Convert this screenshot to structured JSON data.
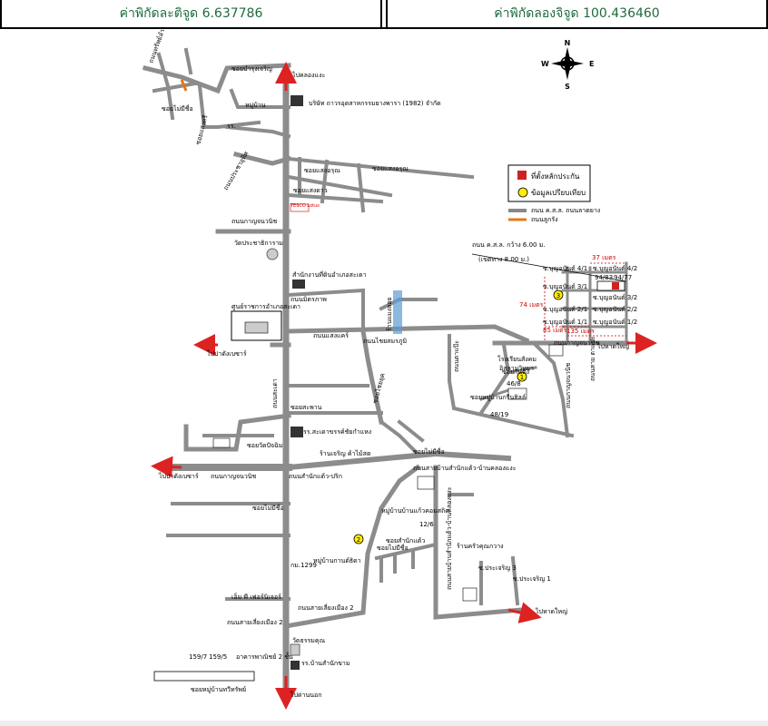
{
  "header": {
    "latitude": "ค่าพิกัดละติจูด 6.637786",
    "longitude": "ค่าพิกัดลองจิจูด 100.436460"
  },
  "compass": {
    "n": "N",
    "s": "S",
    "e": "E",
    "w": "W"
  },
  "legend": {
    "asset": "ที่ตั้งหลักประกัน",
    "comparable": "ข้อมูลเปรียบเทียบ",
    "paved_road": "ถนน ค.ส.ล. ถนนลาดยาง",
    "gravel_road": "ถนนลูกรัง",
    "colors": {
      "asset": "#cc2222",
      "comparable": "#ffee00",
      "paved": "#888888",
      "gravel": "#e07a1a",
      "arrow": "#dd2222",
      "label_red": "#cc0000"
    }
  },
  "labels": {
    "to_khlong_ngae": "ไปคลองแงะ",
    "soi_bamrung_charoen": "ซอยบำรุงเจริญ",
    "company": "บริษัท ถาวรอุตสาหกรรมยางพารา (1982) จำกัด",
    "soi_no_name_top": "ซอยไม่มีชื่อ",
    "soi_saeng_arun": "ซอยแสงอรุณ",
    "soi_saeng_arun2": "ซอยแสงอรุณ",
    "soi_saeng_arun3": "ซอยแสงดาว",
    "village_top": "หมู่บ้าน",
    "road_sap_lamyai": "ถนนทรัพย์ลำใย",
    "road_pracha_uthit": "ถนนประชาอุทิศ",
    "soi_saengsi": "ซอยแสงศรี",
    "rs": "รร.",
    "tesco": "TESCO Lotus",
    "road_kanchanawanit": "ถนนกาญจนวนิช",
    "wat_prachathikaram": "วัดประชาธิการาม",
    "land_office": "สำนักงานที่ดินอำเภอสะเดา",
    "road_mittraphap": "ถนนมิตรภาพ",
    "district_office": "ศูนย์ราชการอำเภอสะเดา",
    "to_padang_besar": "ไปปาดังเบซาร์",
    "road_saeng_khrae": "ถนนแสงแคร์",
    "road_chaiyasamoson": "ถนนไชยสมรภูมิ",
    "bridge": "ร้านแมงลอย",
    "soi_chaiyuk": "ซอยไชยยุค",
    "road_sathun": "ถนนสะเดา",
    "soi_wat": "ซอยวัดปัจฉิม",
    "soi_sapan": "ซอยสะพาน",
    "road_chuan_lek": "ถนนสุนทรลักษณ์",
    "school": "รร.สะเดาขรรค์ชัยกำแหง",
    "shop_mahachai": "ร้านเจริญ ค้าไม้สด",
    "to_padang2": "ไปปาดังเบซาร์",
    "road_kanchana2": "ถนนกาญจนวนิช",
    "road_sawang": "ถนนสำนักแต้ว-ปริก",
    "road_nakhon_sawan": "ถนนสายบ้านสำนักแต้ว-บ้านคลองแงะ",
    "soi_nomname2": "ซอยไม่มีชื่อ",
    "village_kaeo": "หมู่บ้านบ้านแก้วคอมสถิต",
    "soi_name3": "ซ.ไม่มีชื่อ",
    "num_12_6": "12/6",
    "soi_sam_nak": "ซอยสำนักแต้ว",
    "shop_kongkwang": "ร้านครัวคุณกวาง",
    "village_tanyadee": "หมู่บ้านกานต์ธิดา",
    "soi_nomname4": "ซอยไม่มีชื่อ",
    "k_1299": "กม.1299",
    "sm_factory": "เอ็ม พี เฟอร์นิเจอร์",
    "road_saeng_ma": "ถนนสายเลี่ยงเมือง 2",
    "soi_saeng_ma2": "ถนนสายเลี่ยงเมือง 2",
    "wat_thamkhun": "วัดธรรมคุณ",
    "school_sam_nak": "รร.บ้านสำนักขาม",
    "num_159_7": "159/7",
    "num_159_5": "159/5",
    "building_2": "อาคารพาณิชย์ 2 ชั้น",
    "soi_tawatchai": "ซอยหมู่บ้านทวีทรัพย์",
    "to_dan_nok": "ไปด่านนอก",
    "to_hat_yai_right": "ไปหาดใหญ่",
    "to_hat_yai_bottom": "ไปหาดใหญ่",
    "road_tao_pa": "ถนนตาแป๊ะ",
    "road_kanchanawanit3": "ถนนกาญจนวนิช",
    "school_right": "โรงเรียนสังคม",
    "school_right2": "อิสลามวิทยา",
    "soi_right_a": "ซอยกันตัง",
    "soi_right_b": "ซอยหมู่บ้านกรีนฮิลล์",
    "num_46_8": "46/8",
    "num_48_19": "48/19",
    "road_right_vertical": "ถนนสาย ตาแปะ",
    "road_right_vertical2": "ถนนกาญจนวนิช",
    "soi_bunyakit_4_1": "ซ.บุญอนันต์ 4/1",
    "soi_bunyakit_4_2": "ซ.บุญอนันต์ 4/2",
    "soi_bunyakit_3_1": "ซ.บุญอนันต์ 3/1",
    "soi_bunyakit_3_2": "ซ.บุญอนันต์ 3/2",
    "soi_bunyakit_2_1": "ซ.บุญอนันต์ 2/1",
    "soi_bunyakit_2_2": "ซ.บุญอนันต์ 2/2",
    "soi_bunyakit_1_1": "ซ.บุญอนันต์ 1/1",
    "soi_bunyakit_1_2": "ซ.บุญอนันต์ 1/2",
    "road_width": "ถนน ค.ส.ล. กว้าง 6.00 ม.",
    "road_width2": "(เขตทาง 8.00 ม.)",
    "dist_37": "37 เมตร",
    "dist_74": "74 เมตร",
    "dist_85": "85 เมตร",
    "dist_135": "135 เมตร",
    "house_94_83": "94/83",
    "house_94_77": "94/77",
    "marker_1": "1",
    "marker_2": "2",
    "marker_3": "3",
    "soi_prachao": "ซ.ประเจริญ 3",
    "soi_prachao2": "ซ.ประเจริญ 1"
  }
}
